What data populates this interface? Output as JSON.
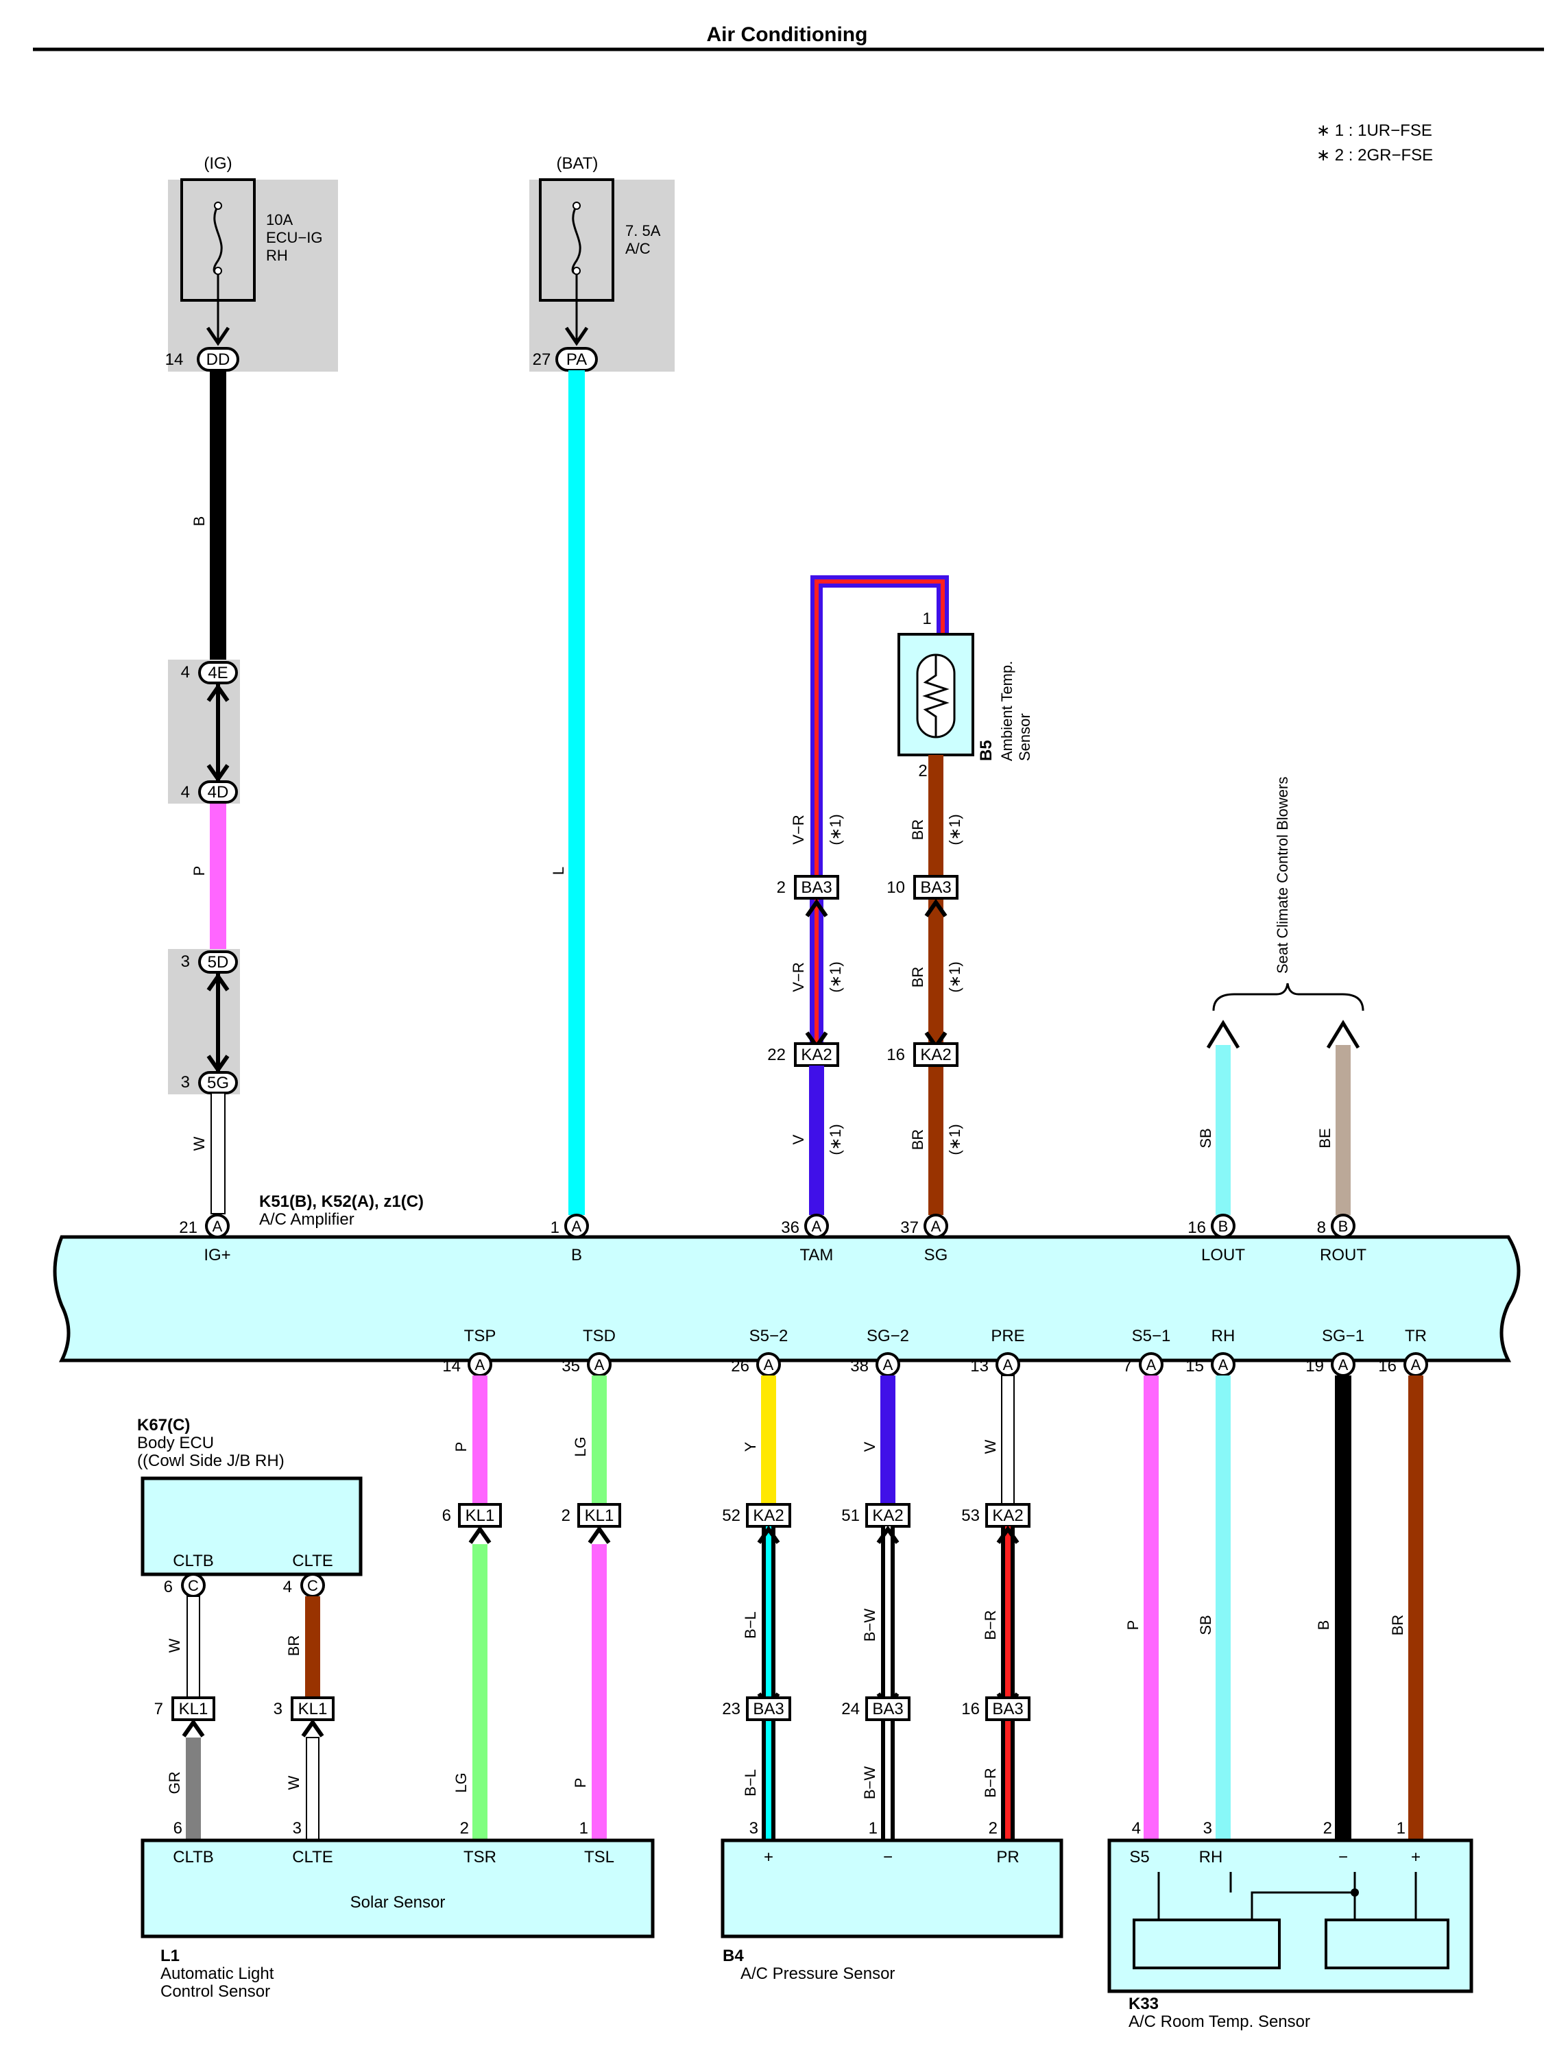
{
  "title": "Air Conditioning",
  "notes": [
    "∗ 1 : 1UR−FSE",
    "∗ 2 : 2GR−FSE"
  ],
  "fuses": [
    {
      "supply": "(IG)",
      "rating": "10A",
      "name1": "ECU−IG",
      "name2": "RH",
      "pin": "14",
      "conn": "DD"
    },
    {
      "supply": "(BAT)",
      "rating": "7. 5A",
      "name1": "A/C",
      "name2": "",
      "pin": "27",
      "conn": "PA"
    }
  ],
  "ig_chain": [
    {
      "wire": "B"
    },
    {
      "pin": "4",
      "conn": "4E"
    },
    {
      "pin": "4",
      "conn": "4D"
    },
    {
      "wire": "P"
    },
    {
      "pin": "3",
      "conn": "5D"
    },
    {
      "pin": "3",
      "conn": "5G"
    },
    {
      "wire": "W"
    }
  ],
  "bat_wire": "L",
  "ambient_sensor": {
    "id": "B5",
    "name1": "Ambient Temp.",
    "name2": "Sensor",
    "pin_top": "1",
    "pin_bottom": "2",
    "left": {
      "seg1": "V−R",
      "note": "(∗1)",
      "pin1": "2",
      "conn1": "BA3",
      "seg2": "V−R",
      "pin2": "22",
      "conn2": "KA2",
      "seg3": "V"
    },
    "right": {
      "seg1": "BR",
      "note": "(∗1)",
      "pin1": "10",
      "conn1": "BA3",
      "seg2": "BR",
      "pin2": "16",
      "conn2": "KA2",
      "seg3": "BR"
    }
  },
  "seat_blowers": {
    "label": "Seat Climate Control Blowers",
    "wire1": "SB",
    "wire2": "BE"
  },
  "amplifier": {
    "id": "K51(B), K52(A), z1(C)",
    "name": "A/C Amplifier",
    "top_pins": [
      {
        "num": "21",
        "conn": "A",
        "label": "IG+"
      },
      {
        "num": "1",
        "conn": "A",
        "label": "B"
      },
      {
        "num": "36",
        "conn": "A",
        "label": "TAM"
      },
      {
        "num": "37",
        "conn": "A",
        "label": "SG"
      },
      {
        "num": "16",
        "conn": "B",
        "label": "LOUT"
      },
      {
        "num": "8",
        "conn": "B",
        "label": "ROUT"
      }
    ],
    "bottom_pins": [
      {
        "num": "14",
        "conn": "A",
        "label": "TSP"
      },
      {
        "num": "35",
        "conn": "A",
        "label": "TSD"
      },
      {
        "num": "26",
        "conn": "A",
        "label": "S5−2"
      },
      {
        "num": "38",
        "conn": "A",
        "label": "SG−2"
      },
      {
        "num": "13",
        "conn": "A",
        "label": "PRE"
      },
      {
        "num": "7",
        "conn": "A",
        "label": "S5−1"
      },
      {
        "num": "15",
        "conn": "A",
        "label": "RH"
      },
      {
        "num": "19",
        "conn": "A",
        "label": "SG−1"
      },
      {
        "num": "16",
        "conn": "A",
        "label": "TR"
      }
    ]
  },
  "body_ecu": {
    "id": "K67(C)",
    "name1": "Body ECU",
    "name2": "((Cowl Side J/B RH)",
    "pins": [
      {
        "label": "CLTB",
        "num": "6",
        "conn": "C"
      },
      {
        "label": "CLTE",
        "num": "4",
        "conn": "C"
      }
    ]
  },
  "wires_bottom": [
    {
      "top": "P",
      "bottom": "LG",
      "kpin": "6",
      "kconn": "KL1",
      "spin": "2"
    },
    {
      "top": "LG",
      "bottom": "P",
      "kpin": "2",
      "kconn": "KL1",
      "spin": "1"
    },
    {
      "top": "Y",
      "bottom": "B−L",
      "bottom2": "B−L",
      "kpin": "52",
      "kconn": "KA2",
      "bpin": "23",
      "bconn": "BA3",
      "spin": "3"
    },
    {
      "top": "V",
      "bottom": "B−W",
      "bottom2": "B−W",
      "kpin": "51",
      "kconn": "KA2",
      "bpin": "24",
      "bconn": "BA3",
      "spin": "1"
    },
    {
      "top": "W",
      "bottom": "B−R",
      "bottom2": "B−R",
      "kpin": "53",
      "kconn": "KA2",
      "bpin": "16",
      "bconn": "BA3",
      "spin": "2"
    },
    {
      "top": "P",
      "spin": "4"
    },
    {
      "top": "SB",
      "spin": "3"
    },
    {
      "top": "B",
      "spin": "2"
    },
    {
      "top": "BR",
      "spin": "1"
    }
  ],
  "ecu_wires": [
    {
      "top": "W",
      "kpin": "7",
      "kconn": "KL1",
      "bottom": "GR",
      "spin": "6"
    },
    {
      "top": "BR",
      "kpin": "3",
      "kconn": "KL1",
      "bottom": "W",
      "spin": "3"
    }
  ],
  "solar_sensor": {
    "id": "L1",
    "name1": "Automatic Light",
    "name2": "Control Sensor",
    "center": "Solar Sensor",
    "pins": [
      "CLTB",
      "CLTE",
      "TSR",
      "TSL"
    ]
  },
  "pressure_sensor": {
    "id": "B4",
    "name": "A/C Pressure Sensor",
    "pins": [
      "+",
      "−",
      "PR"
    ]
  },
  "room_sensor": {
    "id": "K33",
    "name": "A/C Room Temp.  Sensor",
    "pins": [
      "S5",
      "RH",
      "−",
      "+"
    ]
  },
  "colors": {
    "B": "#000000",
    "L": "#00ffff",
    "P": "#ff66ff",
    "W": "#ffffff",
    "LG": "#80ff80",
    "V": "#4010e8",
    "BR": "#993300",
    "SB": "#88f8f8",
    "BE": "#bba898",
    "Y": "#ffe800",
    "GR": "#808080",
    "R": "#ff2020",
    "body": "#ccffff",
    "shade": "#d3d3d3"
  }
}
